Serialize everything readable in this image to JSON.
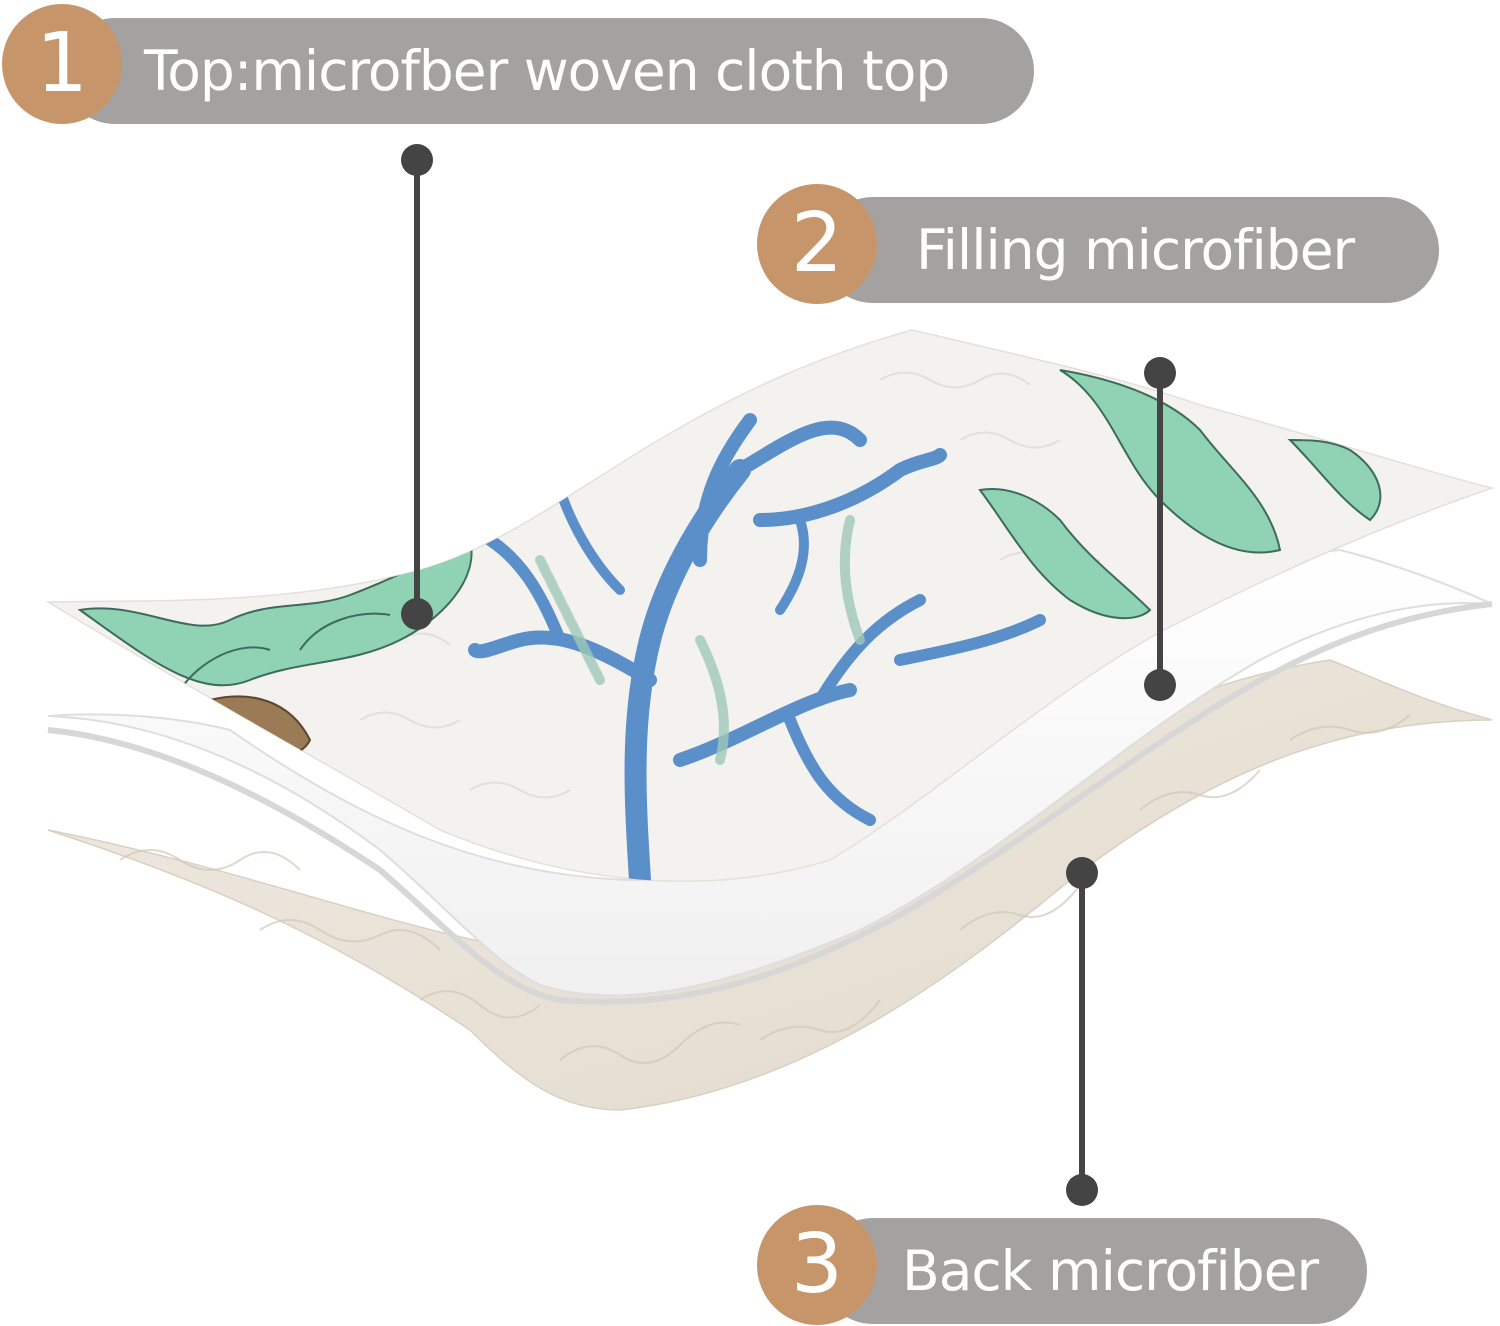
{
  "layers": [
    {
      "number": "1",
      "label": "Top:microfber woven cloth top"
    },
    {
      "number": "2",
      "label": "Filling microfiber"
    },
    {
      "number": "3",
      "label": "Back microfiber"
    }
  ],
  "colors": {
    "badge": "#c7956a",
    "pill": "#a3a2a1",
    "leader": "#444444",
    "top_fabric": "#f4f2ef",
    "coral": "#5b8fca",
    "seaweed": "#8fd2b4",
    "filling": "#ffffff",
    "back_fabric": "#e8e2d8"
  }
}
